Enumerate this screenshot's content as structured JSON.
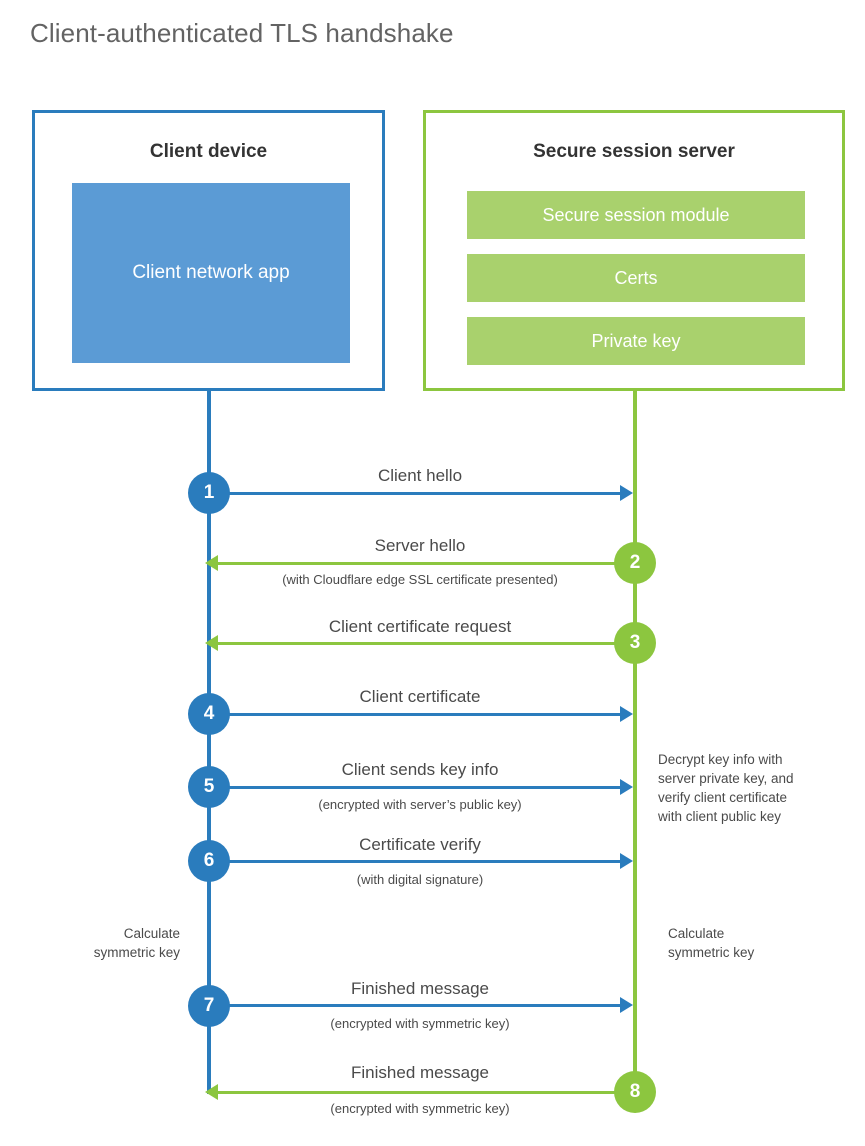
{
  "title": "Client-authenticated TLS handshake",
  "colors": {
    "blue_line": "#2a7cbd",
    "green_line": "#8cc63f",
    "client_tile": "#5b9bd5",
    "server_tile": "#a9d16d",
    "text": "#4a4a4a",
    "title_text": "#636363"
  },
  "client": {
    "title": "Client device",
    "app_label": "Client network app"
  },
  "server": {
    "title": "Secure session server",
    "tiles": [
      {
        "label": "Secure session module"
      },
      {
        "label": "Certs"
      },
      {
        "label": "Private key"
      }
    ]
  },
  "steps": [
    {
      "number": "1",
      "label": "Client hello",
      "sub": "",
      "direction": "right",
      "color": "blue"
    },
    {
      "number": "2",
      "label": "Server hello",
      "sub": "(with Cloudflare edge SSL certificate presented)",
      "direction": "left",
      "color": "green"
    },
    {
      "number": "3",
      "label": "Client certificate request",
      "sub": "",
      "direction": "left",
      "color": "green"
    },
    {
      "number": "4",
      "label": "Client certificate",
      "sub": "",
      "direction": "right",
      "color": "blue"
    },
    {
      "number": "5",
      "label": "Client sends key info",
      "sub": "(encrypted with server’s public key)",
      "direction": "right",
      "color": "blue"
    },
    {
      "number": "6",
      "label": "Certificate verify",
      "sub": "(with digital signature)",
      "direction": "right",
      "color": "blue"
    },
    {
      "number": "7",
      "label": "Finished message",
      "sub": "(encrypted with symmetric key)",
      "direction": "right",
      "color": "blue"
    },
    {
      "number": "8",
      "label": "Finished message",
      "sub": "(encrypted with symmetric key)",
      "direction": "left",
      "color": "green"
    }
  ],
  "notes": {
    "decrypt": {
      "line1": "Decrypt key info with",
      "line2": "server private key, and",
      "line3": "verify client certificate",
      "line4": "with client public key"
    },
    "calc_client": {
      "line1": "Calculate",
      "line2": "symmetric key"
    },
    "calc_server": {
      "line1": "Calculate",
      "line2": "symmetric key"
    }
  }
}
